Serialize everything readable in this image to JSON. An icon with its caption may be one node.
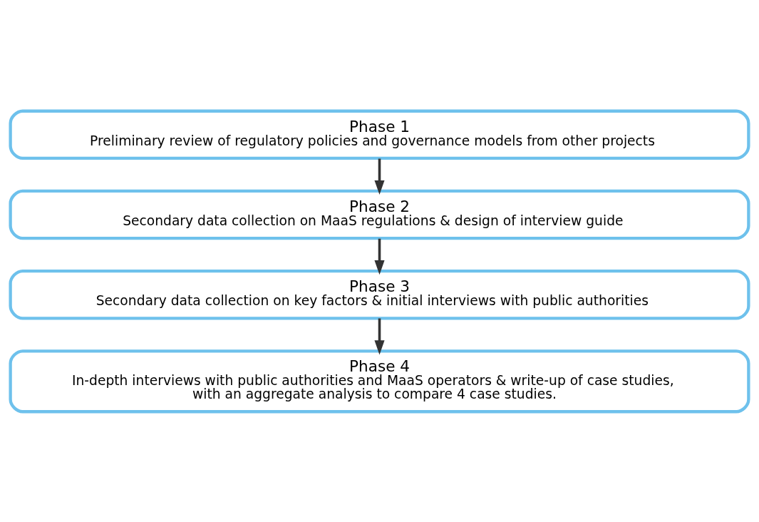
{
  "diagram": {
    "nodes": [
      {
        "text": [
          "Phase 1",
          "Preliminary review of regulatory policies and governance models from other projects"
        ]
      },
      {
        "text": [
          "Phase 2",
          "Secondary data collection on MaaS regulations & design of interview guide"
        ]
      },
      {
        "text": [
          "Phase 3",
          "Secondary data collection on key factors & initial interviews with public authorities"
        ]
      },
      {
        "text": [
          "Phase 4",
          "In-depth interviews with public authorities and MaaS operators & write-up of case studies, with an aggregate analysis to compare 4 case studies."
        ]
      }
    ],
    "edges": [
      {
        "from": 0,
        "to": 1,
        "arrow": "to"
      },
      {
        "from": 1,
        "to": 2,
        "arrow": "to"
      },
      {
        "from": 2,
        "to": 3,
        "arrow": "to"
      }
    ]
  }
}
